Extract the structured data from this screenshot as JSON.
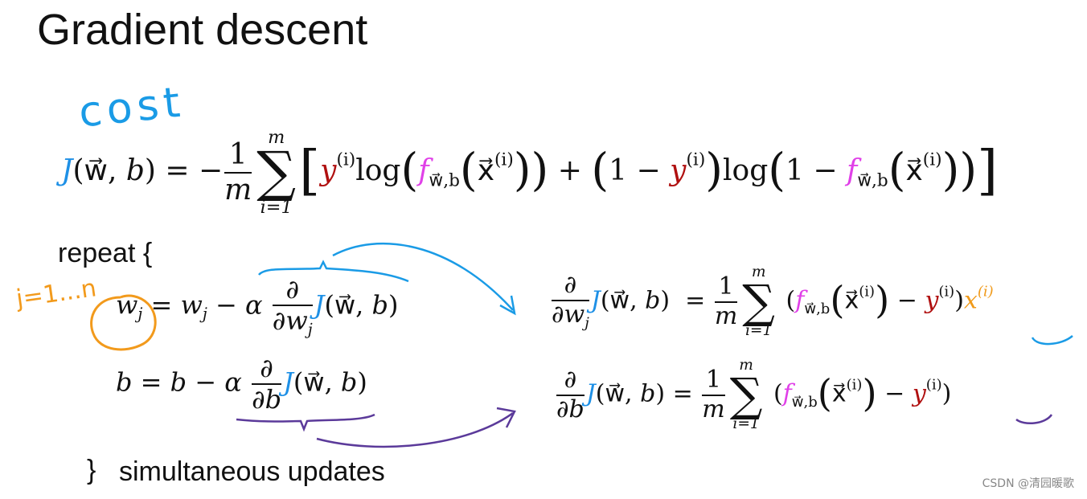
{
  "title": "Gradient descent",
  "annotations": {
    "cost": "cost",
    "j_range": "j=1...n"
  },
  "labels": {
    "repeat": "repeat {",
    "close": "}",
    "simultaneous": "simultaneous updates"
  },
  "colors": {
    "J": "#1e90e6",
    "y": "#b01010",
    "f": "#e040e8",
    "x_j": "#f09a1a",
    "annotation_blue": "#1a9be6",
    "annotation_orange": "#f29a1c",
    "annotation_purple": "#5b3a9a"
  },
  "math": {
    "J": "J",
    "w_vec": "w⃗",
    "b": "b",
    "one": "1",
    "m": "m",
    "sum_upper": "m",
    "sum_lower": "i=1",
    "y": "y",
    "sup_i": "(i)",
    "log": "log",
    "f": "f",
    "f_sub": "w⃗,b",
    "x_vec": "x⃗",
    "x": "x",
    "w": "w",
    "sub_j": "j",
    "alpha": "α",
    "partial": "∂"
  },
  "watermark": "CSDN @清园暖歌"
}
